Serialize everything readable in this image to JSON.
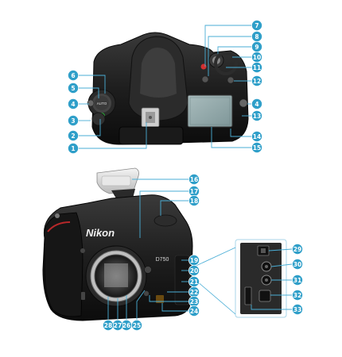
{
  "callouts": [
    {
      "id": "1",
      "text": "1"
    },
    {
      "id": "2",
      "text": "2"
    },
    {
      "id": "3",
      "text": "3"
    },
    {
      "id": "4a",
      "text": "4"
    },
    {
      "id": "4b",
      "text": "4"
    },
    {
      "id": "5",
      "text": "5"
    },
    {
      "id": "6",
      "text": "6"
    },
    {
      "id": "7",
      "text": "7"
    },
    {
      "id": "8",
      "text": "8"
    },
    {
      "id": "9",
      "text": "9"
    },
    {
      "id": "10",
      "text": "10"
    },
    {
      "id": "11",
      "text": "11"
    },
    {
      "id": "12",
      "text": "12"
    },
    {
      "id": "13",
      "text": "13"
    },
    {
      "id": "14",
      "text": "14"
    },
    {
      "id": "15",
      "text": "15"
    },
    {
      "id": "16",
      "text": "16"
    },
    {
      "id": "17",
      "text": "17"
    },
    {
      "id": "18",
      "text": "18"
    },
    {
      "id": "19",
      "text": "19"
    },
    {
      "id": "20",
      "text": "20"
    },
    {
      "id": "21",
      "text": "21"
    },
    {
      "id": "22",
      "text": "22"
    },
    {
      "id": "23",
      "text": "23"
    },
    {
      "id": "24",
      "text": "24"
    },
    {
      "id": "25",
      "text": "25"
    },
    {
      "id": "26",
      "text": "26"
    },
    {
      "id": "27",
      "text": "27"
    },
    {
      "id": "28",
      "text": "28"
    },
    {
      "id": "29",
      "text": "29"
    },
    {
      "id": "30",
      "text": "30"
    },
    {
      "id": "31",
      "text": "31"
    },
    {
      "id": "32",
      "text": "32"
    },
    {
      "id": "33",
      "text": "33"
    }
  ],
  "camera_labels": {
    "brand": "Nikon",
    "model": "D750",
    "mode_dial": "AUTO"
  },
  "colors": {
    "callout": "#2f9fc9",
    "leader": "#4aaed6",
    "body": "#1c1c1c",
    "lcd": "#8ea6a8"
  }
}
